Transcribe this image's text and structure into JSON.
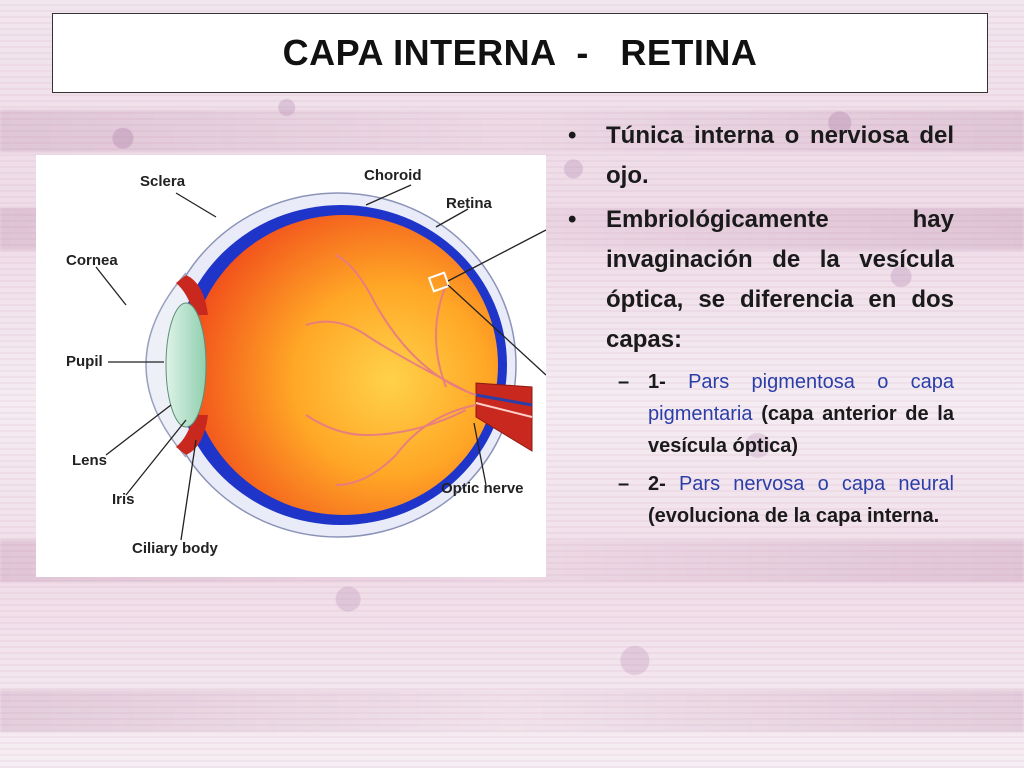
{
  "slide": {
    "title": "CAPA INTERNA  -   RETINA"
  },
  "figure": {
    "labels": {
      "sclera": "Sclera",
      "choroid": "Choroid",
      "retina": "Retina",
      "cornea": "Cornea",
      "pupil": "Pupil",
      "lens": "Lens",
      "iris": "Iris",
      "ciliary_body": "Ciliary body",
      "optic_nerve": "Optic nerve"
    },
    "colors": {
      "sclera_blue": "#1f35c9",
      "eyeball_orange": "#f26a1b",
      "eyeball_yellow": "#ffbe2a",
      "lens_green": "#a7dcc0",
      "nerve_red": "#c8281e"
    }
  },
  "bullets": [
    {
      "text": "Túnica interna o nerviosa del ojo."
    },
    {
      "text": "Embriológicamente hay invaginación de la vesícula óptica, se diferencia en dos capas:"
    }
  ],
  "subbullets": [
    {
      "dash": "–",
      "number": "1-",
      "highlight": "Pars pigmentosa o capa pigmentaria",
      "rest": " (capa anterior de la vesícula óptica)"
    },
    {
      "dash": "–",
      "number": "2-",
      "highlight": "Pars nervosa o capa neural",
      "rest": " (evoluciona de la capa interna."
    }
  ],
  "bullet_symbol": "•"
}
